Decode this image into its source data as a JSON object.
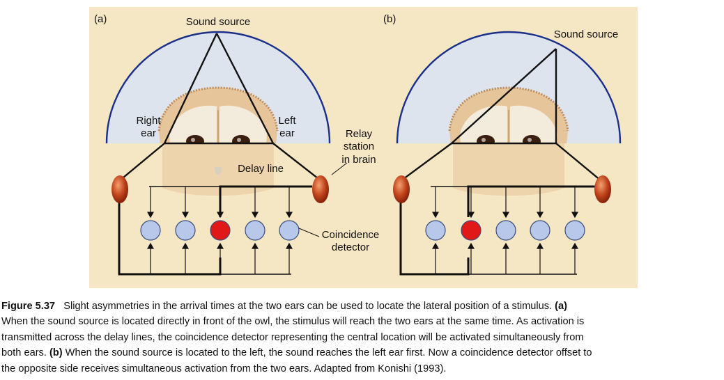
{
  "figure": {
    "panel_a": {
      "tag": "(a)",
      "sound_source": "Sound source",
      "right_ear": [
        "Right",
        "ear"
      ],
      "left_ear": [
        "Left",
        "ear"
      ],
      "relay": [
        "Relay",
        "station",
        "in brain"
      ],
      "delay_line": "Delay line",
      "coincidence": [
        "Coincidence",
        "detector"
      ],
      "active_detector_index": 2
    },
    "panel_b": {
      "tag": "(b)",
      "sound_source": "Sound source",
      "active_detector_index": 1
    },
    "colors": {
      "panel_bg": "#f5e7c4",
      "sky": "#dde4ee",
      "arc": "#1a2f8a",
      "detector_inactive": "#b7c8ea",
      "detector_active": "#e01818",
      "relay_node": "#b43010"
    },
    "icons": [
      "owl-face-icon",
      "relay-node-icon",
      "coincidence-detector-icon"
    ]
  },
  "caption": {
    "label": "Figure 5.37",
    "line1": "Slight asymmetries in the arrival times at the two ears can be used to locate the lateral position of a stimulus.",
    "a_marker": "(a)",
    "line2": "When the sound source is located directly in front of the owl, the stimulus will reach the two ears at the same time. As activation is",
    "line3": "transmitted across the delay lines, the coincidence detector representing the central location will be activated simultaneously from",
    "line4_start": "both ears.",
    "b_marker": "(b)",
    "line4_rest": "When the sound source is located to the left, the sound reaches the left ear first. Now a coincidence detector offset to",
    "line5": "the opposite side receives simultaneous activation from the two ears. Adapted from Konishi (1993)."
  }
}
